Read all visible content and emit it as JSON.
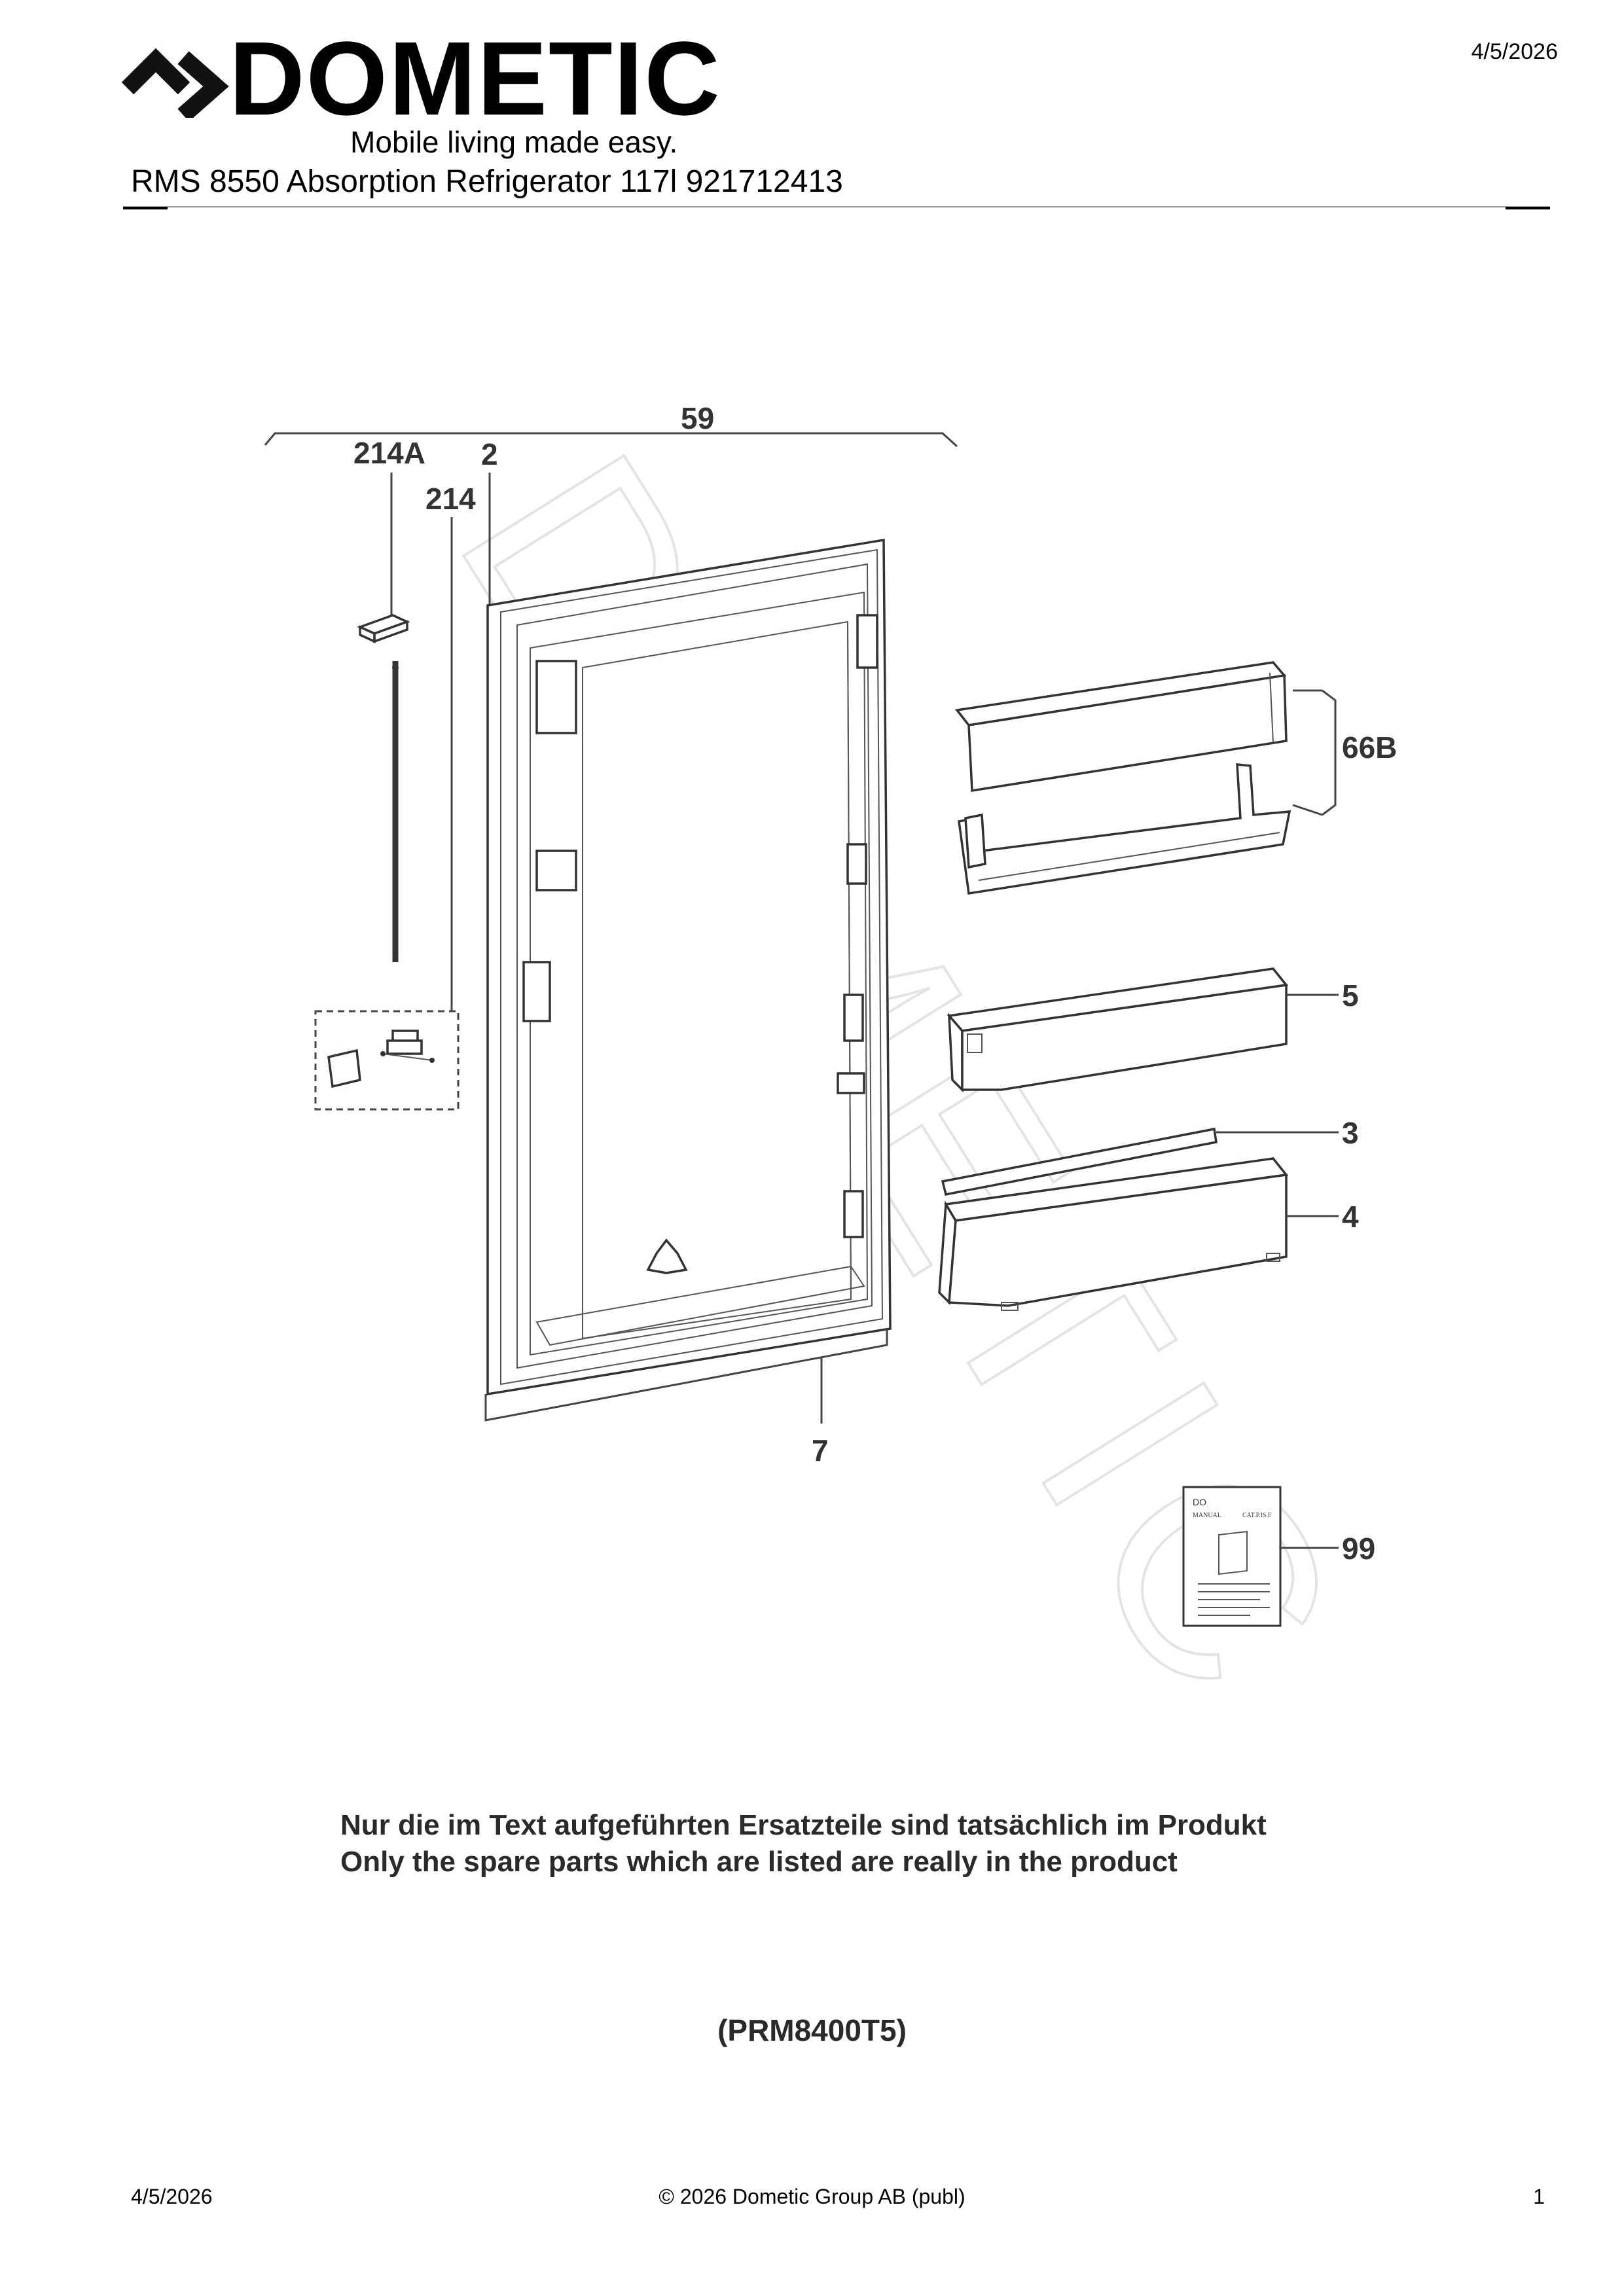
{
  "header": {
    "date": "4/5/2026",
    "brand": "DOMETIC",
    "tagline": "Mobile living made easy.",
    "title": "RMS 8550 Absorption Refrigerator 117l 921712413"
  },
  "diagram": {
    "watermark": "DOMETIC",
    "callouts": [
      "59",
      "214A",
      "2",
      "214",
      "66B",
      "5",
      "3",
      "4",
      "7",
      "99"
    ],
    "manual_text": {
      "top_left": "DO",
      "label": "MANUAL",
      "code": "CAT.P.IS.F"
    }
  },
  "notes": {
    "german": "Nur die im Text aufgeführten Ersatzteile sind tatsächlich im Produkt",
    "english": "Only the spare parts which are listed are really in the product"
  },
  "model_code": "(PRM8400T5)",
  "footer": {
    "date": "4/5/2026",
    "copyright": "© 2026 Dometic Group AB (publ)",
    "page": "1"
  }
}
